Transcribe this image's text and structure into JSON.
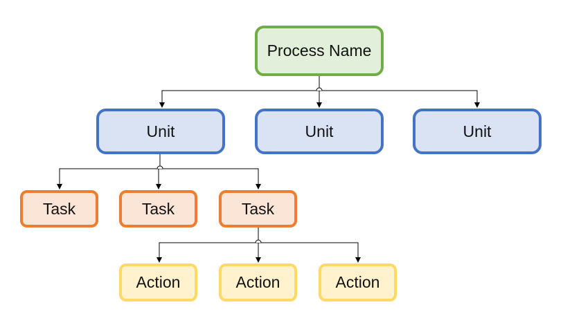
{
  "root": {
    "label": "Process Name",
    "color": "#70ad47",
    "fill": "#e2efda"
  },
  "units": [
    {
      "label": "Unit"
    },
    {
      "label": "Unit"
    },
    {
      "label": "Unit"
    }
  ],
  "tasks": [
    {
      "label": "Task"
    },
    {
      "label": "Task"
    },
    {
      "label": "Task"
    }
  ],
  "actions": [
    {
      "label": "Action"
    },
    {
      "label": "Action"
    },
    {
      "label": "Action"
    }
  ],
  "colors": {
    "unit_border": "#4472c4",
    "unit_fill": "#dae3f3",
    "task_border": "#ed7d31",
    "task_fill": "#fbe5d6",
    "action_border": "#ffd966",
    "action_fill": "#fff2cc",
    "connector": "#000000"
  },
  "edges": [
    {
      "from": "Process Name",
      "to": "Unit 1"
    },
    {
      "from": "Process Name",
      "to": "Unit 2"
    },
    {
      "from": "Process Name",
      "to": "Unit 3"
    },
    {
      "from": "Unit 1",
      "to": "Task 1"
    },
    {
      "from": "Unit 1",
      "to": "Task 2"
    },
    {
      "from": "Unit 1",
      "to": "Task 3"
    },
    {
      "from": "Task 3",
      "to": "Action 1"
    },
    {
      "from": "Task 3",
      "to": "Action 2"
    },
    {
      "from": "Task 3",
      "to": "Action 3"
    }
  ]
}
